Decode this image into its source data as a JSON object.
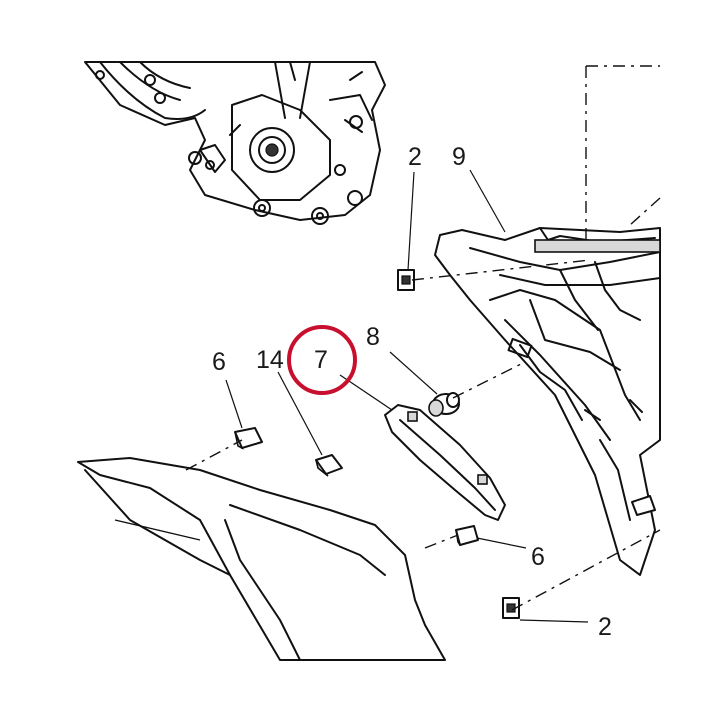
{
  "callouts": {
    "c2_top": "2",
    "c9": "9",
    "c8": "8",
    "c7": "7",
    "c6_left": "6",
    "c14": "14",
    "c6_right": "6",
    "c2_bottom": "2"
  },
  "highlight": {
    "target_label": "7",
    "ring_color": "#c8102e"
  },
  "colors": {
    "line": "#111111",
    "background": "#ffffff"
  }
}
